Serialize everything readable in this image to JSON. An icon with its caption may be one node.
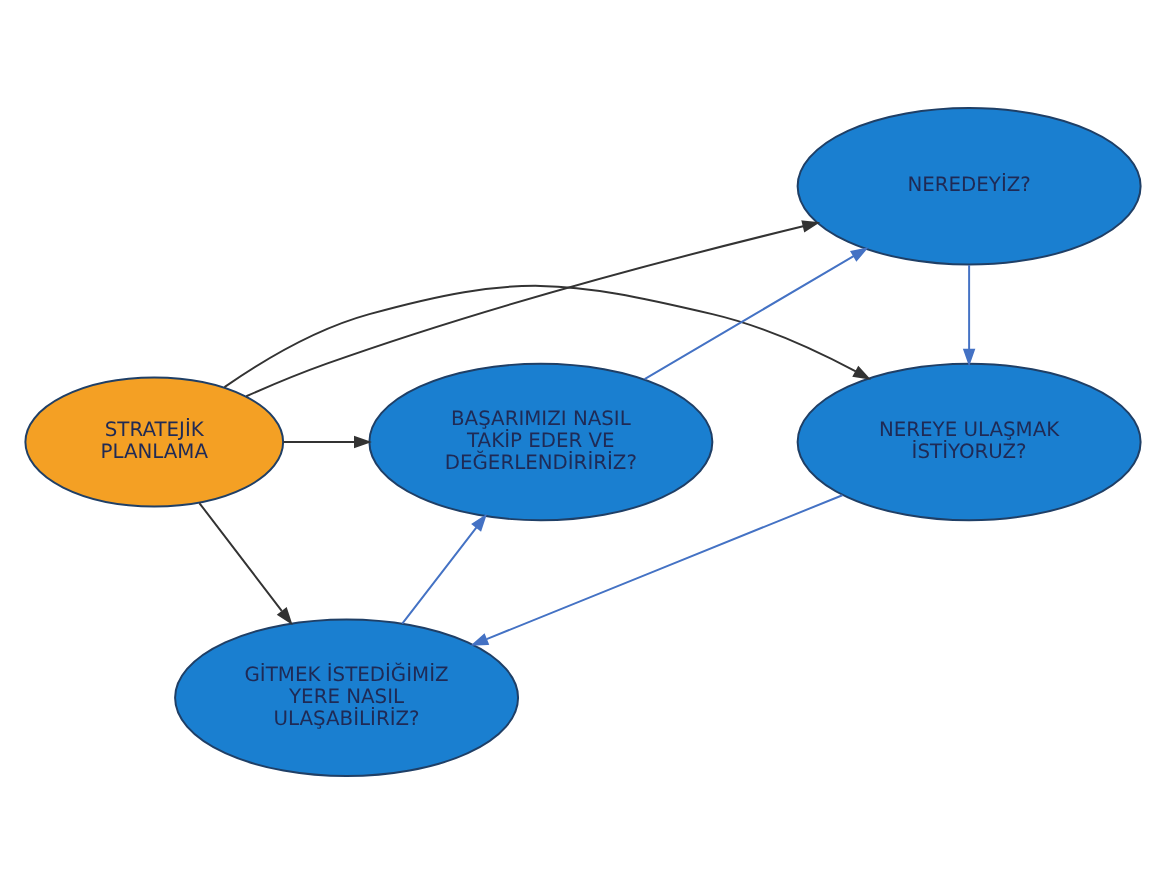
{
  "diagram": {
    "nodes": [
      {
        "text": [
          "NEREDEYİZ?"
        ]
      },
      {
        "text": [
          "NEREYE ULAŞMAK İSTİYORUZ?"
        ]
      },
      {
        "text": [
          "STRATEJİK PLANLAMA"
        ]
      },
      {
        "text": [
          "BAŞARIMIZI NASIL TAKİP EDER VE DEĞERLENDİRİRİZ?"
        ]
      },
      {
        "text": [
          "GİTMEK İSTEDİĞİMİZ YERE NASIL ULAŞABİLİRİZ?"
        ]
      }
    ],
    "edges": [
      {
        "from": 2,
        "to": 0,
        "arrow": "to"
      },
      {
        "from": 2,
        "to": 1,
        "arrow": "to"
      },
      {
        "from": 2,
        "to": 3,
        "arrow": "to"
      },
      {
        "from": 2,
        "to": 4,
        "arrow": "to"
      },
      {
        "from": 0,
        "to": 1,
        "arrow": "to",
        "color": "#4472c4"
      },
      {
        "from": 1,
        "to": 4,
        "arrow": "to",
        "color": "#4472c4"
      },
      {
        "from": 4,
        "to": 3,
        "arrow": "to",
        "color": "#4472c4"
      },
      {
        "from": 3,
        "to": 0,
        "arrow": "to",
        "color": "#4472c4"
      }
    ]
  }
}
